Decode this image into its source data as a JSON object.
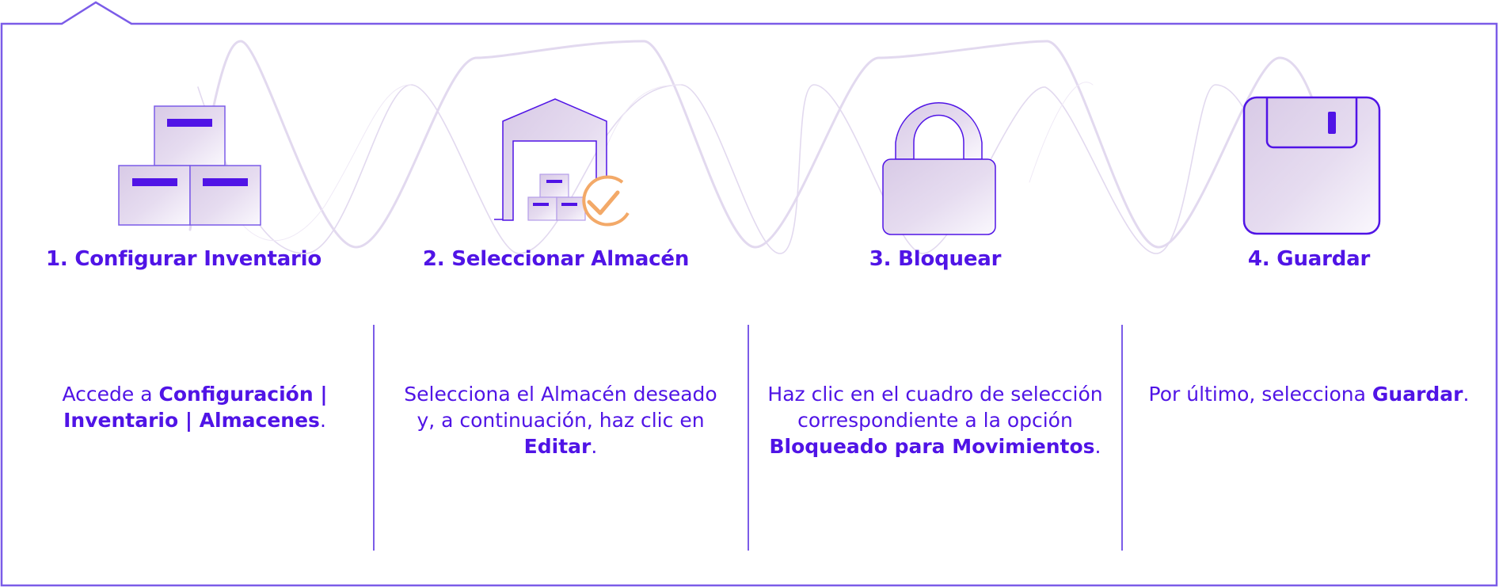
{
  "colors": {
    "accent": "#5014e6",
    "border": "#7b5ce8",
    "icon_fill_light": "#f4effa",
    "icon_fill_dark": "#d8cae6",
    "wave": "#e2d9ef",
    "check": "#f3a968"
  },
  "steps": [
    {
      "number": "1",
      "title": "1. Configurar Inventario",
      "icon": "boxes-icon",
      "desc": [
        {
          "text": "Accede a ",
          "bold": false
        },
        {
          "text": "Configuración | Inventario | Almacenes",
          "bold": true
        },
        {
          "text": ".",
          "bold": false
        }
      ]
    },
    {
      "number": "2",
      "title": "2. Seleccionar Almacén",
      "icon": "warehouse-check-icon",
      "desc": [
        {
          "text": "Selecciona el Almacén deseado y, a continuación, haz clic en ",
          "bold": false
        },
        {
          "text": "Editar",
          "bold": true
        },
        {
          "text": ".",
          "bold": false
        }
      ]
    },
    {
      "number": "3",
      "title": "3. Bloquear",
      "icon": "lock-icon",
      "desc": [
        {
          "text": "Haz clic en el cuadro de selección correspondiente a la opción ",
          "bold": false
        },
        {
          "text": "Bloqueado para Movimientos",
          "bold": true
        },
        {
          "text": ".",
          "bold": false
        }
      ]
    },
    {
      "number": "4",
      "title": "4. Guardar",
      "icon": "floppy-disk-icon",
      "desc": [
        {
          "text": "Por último, selecciona ",
          "bold": false
        },
        {
          "text": "Guardar",
          "bold": true
        },
        {
          "text": ".",
          "bold": false
        }
      ]
    }
  ]
}
